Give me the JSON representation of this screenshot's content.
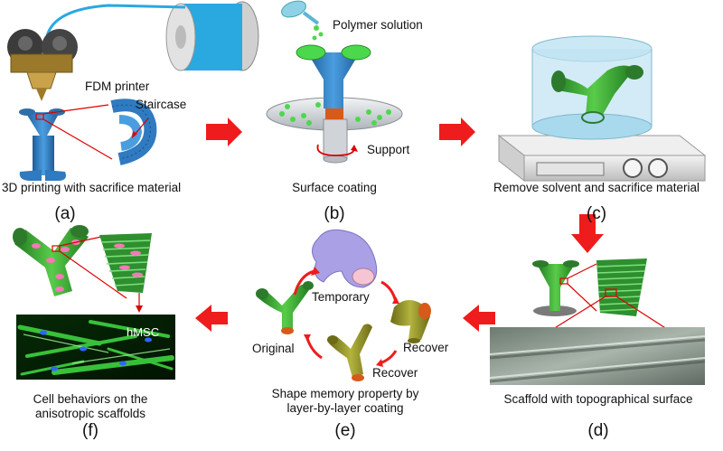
{
  "panels": {
    "a": {
      "letter": "(a)",
      "caption": "3D printing with sacrifice material",
      "printer": "FDM printer",
      "detail": "Staircase"
    },
    "b": {
      "letter": "(b)",
      "caption": "Surface coating",
      "solution": "Polymer solution",
      "support": "Support"
    },
    "c": {
      "letter": "(c)",
      "caption": "Remove solvent and sacrifice material"
    },
    "d": {
      "letter": "(d)",
      "caption": "Scaffold with topographical surface"
    },
    "e": {
      "letter": "(e)",
      "caption_line1": "Shape memory property by",
      "caption_line2": "layer-by-layer coating",
      "states": {
        "temporary": "Temporary",
        "original": "Original",
        "recover1": "Recover",
        "recover2": "Recover"
      }
    },
    "f": {
      "letter": "(f)",
      "caption_line1": "Cell behaviors on the",
      "caption_line2": "anisotropic scaffolds",
      "cell_label": "hMSC"
    }
  },
  "colors": {
    "arrow": "#ee1c1c",
    "scaffold_blue": "#3a86c8",
    "scaffold_green": "#3bb33b",
    "coating": "#4cd84c",
    "copper": "#d65a1c",
    "purple": "#a9a0e6",
    "olive": "#9a9a2c"
  }
}
